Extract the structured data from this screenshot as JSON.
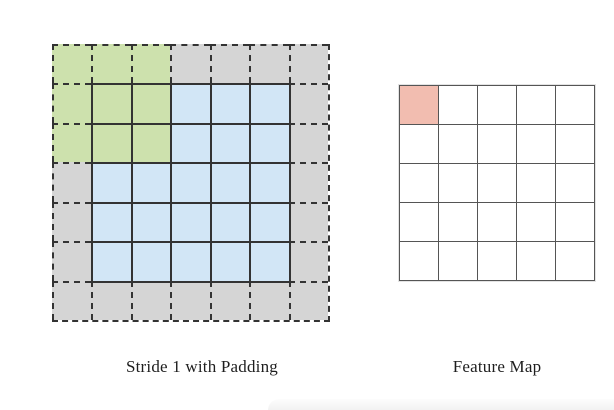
{
  "colors": {
    "padding_gray": "#d5d5d5",
    "kernel_green": "#cde1ad",
    "input_blue": "#d2e6f6",
    "cell_white": "#ffffff",
    "feature_salmon": "#f2bdb0",
    "grid_line_dark": "#333333",
    "feature_line": "#555555"
  },
  "left_diagram": {
    "label": "Stride 1 with Padding",
    "base_grid": {
      "rows": 7,
      "cols": 7,
      "names": {
        "pad": "padding-cell",
        "green": "kernel-overlay-cell",
        "blue": "input-cell"
      },
      "cells": [
        [
          "green",
          "green",
          "green",
          "pad",
          "pad",
          "pad",
          "pad"
        ],
        [
          "green",
          "green",
          "green",
          "blue",
          "blue",
          "blue",
          "pad"
        ],
        [
          "green",
          "green",
          "green",
          "blue",
          "blue",
          "blue",
          "pad"
        ],
        [
          "pad",
          "blue",
          "blue",
          "blue",
          "blue",
          "blue",
          "pad"
        ],
        [
          "pad",
          "blue",
          "blue",
          "blue",
          "blue",
          "blue",
          "pad"
        ],
        [
          "pad",
          "blue",
          "blue",
          "blue",
          "blue",
          "blue",
          "pad"
        ],
        [
          "pad",
          "pad",
          "pad",
          "pad",
          "pad",
          "pad",
          "pad"
        ]
      ]
    },
    "inner_grid": {
      "rows": 5,
      "cols": 5,
      "names": {
        "green": "kernel-overlay-cell",
        "blue": "input-cell"
      },
      "cells": [
        [
          "green",
          "green",
          "blue",
          "blue",
          "blue"
        ],
        [
          "green",
          "green",
          "blue",
          "blue",
          "blue"
        ],
        [
          "blue",
          "blue",
          "blue",
          "blue",
          "blue"
        ],
        [
          "blue",
          "blue",
          "blue",
          "blue",
          "blue"
        ],
        [
          "blue",
          "blue",
          "blue",
          "blue",
          "blue"
        ]
      ]
    }
  },
  "right_diagram": {
    "label": "Feature Map",
    "grid": {
      "rows": 5,
      "cols": 5,
      "names": {
        "white": "feature-cell",
        "salmon": "active-feature-cell"
      },
      "cells": [
        [
          "salmon",
          "white",
          "white",
          "white",
          "white"
        ],
        [
          "white",
          "white",
          "white",
          "white",
          "white"
        ],
        [
          "white",
          "white",
          "white",
          "white",
          "white"
        ],
        [
          "white",
          "white",
          "white",
          "white",
          "white"
        ],
        [
          "white",
          "white",
          "white",
          "white",
          "white"
        ]
      ]
    }
  }
}
